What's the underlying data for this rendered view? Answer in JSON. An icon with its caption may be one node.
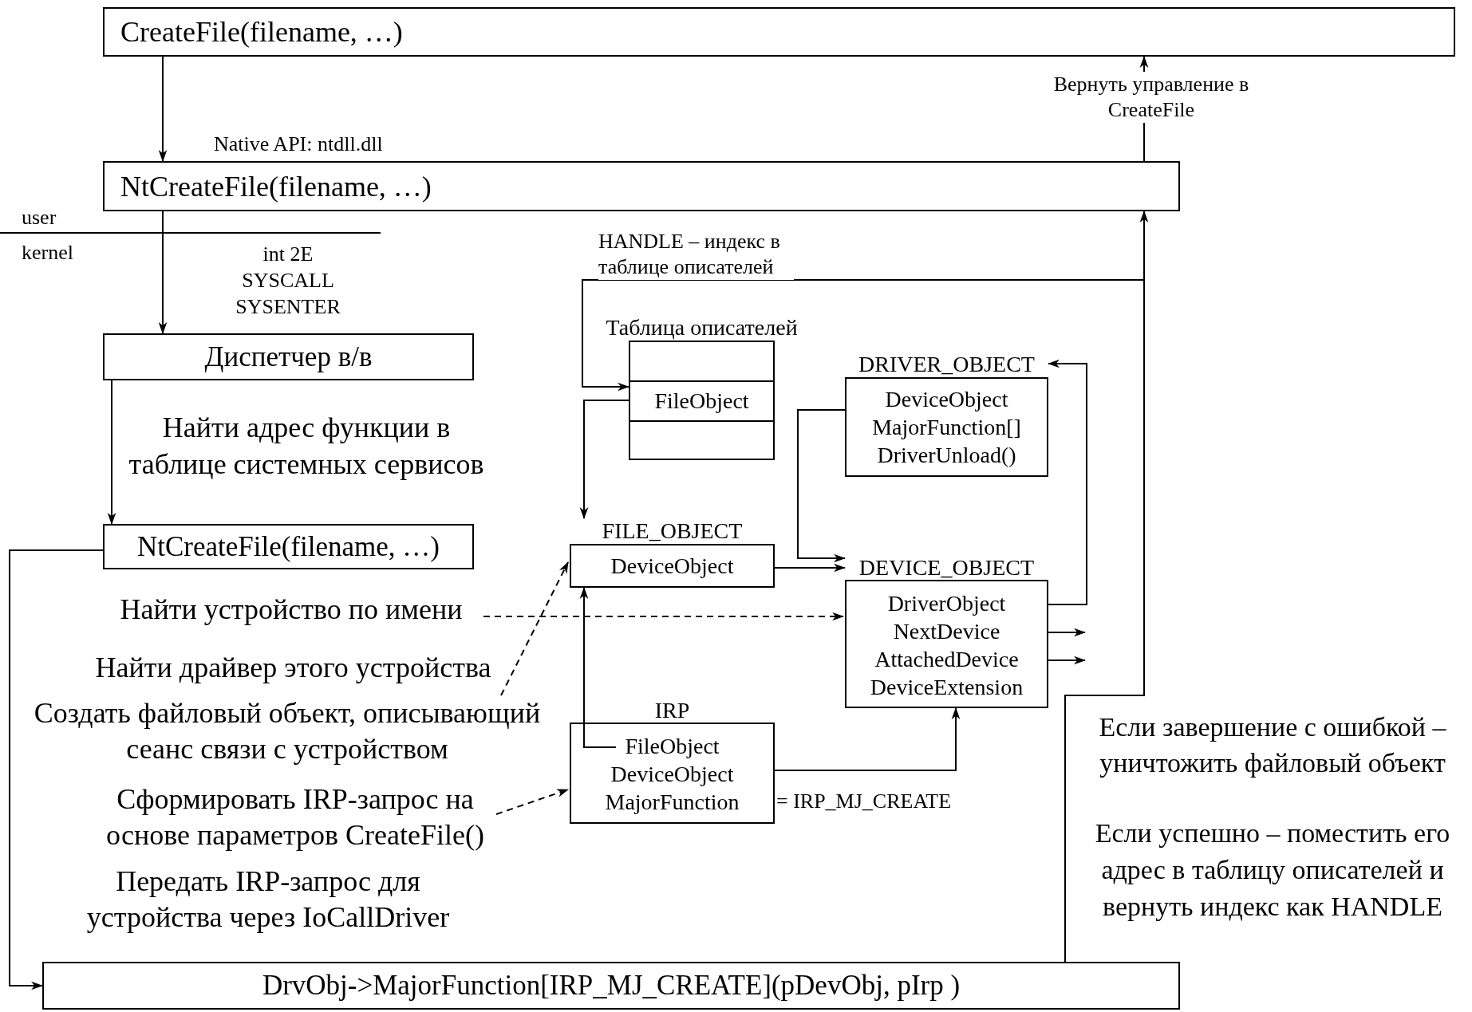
{
  "diagram": {
    "nodes": [
      {
        "text": [
          "CreateFile(filename, …)"
        ]
      },
      {
        "text": [
          "NtCreateFile(filename, …)"
        ],
        "beside": [
          "Native API: ntdll.dll"
        ]
      },
      {
        "text": [
          "Диспетчер в/в"
        ]
      },
      {
        "text": [
          "NtCreateFile(filename, …)"
        ]
      },
      {
        "text": [
          "Таблица описателей",
          "FileObject"
        ]
      },
      {
        "text": [
          "DRIVER_OBJECT",
          "DeviceObject",
          "MajorFunction[]",
          "DriverUnload()"
        ]
      },
      {
        "text": [
          "FILE_OBJECT",
          "DeviceObject"
        ]
      },
      {
        "text": [
          "DEVICE_OBJECT",
          "DriverObject",
          "NextDevice",
          "AttachedDevice",
          "DeviceExtension"
        ]
      },
      {
        "text": [
          "Найти устройство по имени"
        ]
      },
      {
        "text": [
          "Создать файловый объект, описывающий сеанс связи с устройством"
        ]
      },
      {
        "text": [
          "Сформировать IRP-запрос на основе параметров CreateFile()"
        ]
      },
      {
        "text": [
          "IRP",
          "FileObject",
          "DeviceObject",
          "MajorFunction"
        ],
        "beside": [
          "= IRP_MJ_CREATE"
        ]
      },
      {
        "text": [
          "DrvObj->MajorFunction[IRP_MJ_CREATE](pDevObj, pIrp )"
        ]
      }
    ],
    "edges": [
      {
        "from": 0,
        "to": 1,
        "arrow": "to"
      },
      {
        "from": 1,
        "to": 2,
        "arrow": "to"
      },
      {
        "from": 2,
        "to": 3,
        "arrow": "to",
        "label": "Найти адрес функции в таблице системных сервисов"
      },
      {
        "from": 3,
        "to": 12,
        "arrow": "to"
      },
      {
        "from": 12,
        "to": 1,
        "arrow": "to"
      },
      {
        "from": 1,
        "to": 0,
        "arrow": "to",
        "label": "Вернуть управление в CreateFile"
      },
      {
        "from": 12,
        "to": 4,
        "arrow": "to",
        "label": "HANDLE – индекс в таблице описателей"
      },
      {
        "from": 4,
        "to": 6,
        "arrow": "to"
      },
      {
        "from": 6,
        "to": 7,
        "arrow": "to"
      },
      {
        "from": 5,
        "to": 7,
        "arrow": "to"
      },
      {
        "from": 7,
        "to": 5,
        "arrow": "to"
      },
      {
        "from": 7,
        "to": null,
        "arrow": "to"
      },
      {
        "from": 7,
        "to": null,
        "arrow": "to"
      },
      {
        "from": 11,
        "to": 6,
        "arrow": "to"
      },
      {
        "from": 11,
        "to": 7,
        "arrow": "to"
      },
      {
        "from": 8,
        "to": 7,
        "arrow": "to",
        "style": "dashed"
      },
      {
        "from": 9,
        "to": 6,
        "arrow": "to",
        "style": "dashed"
      },
      {
        "from": 10,
        "to": 11,
        "arrow": "to",
        "style": "dashed"
      }
    ],
    "labels": [
      "user",
      "kernel",
      "int 2E SYSCALL SYSENTER",
      "Найти драйвер этого устройства",
      "Передать IRP-запрос для устройства через IoCallDriver",
      "Если завершение с ошибкой – уничтожить файловый объект",
      "Если успешно – поместить его адрес в таблицу описателей и вернуть индекс как HANDLE"
    ]
  }
}
